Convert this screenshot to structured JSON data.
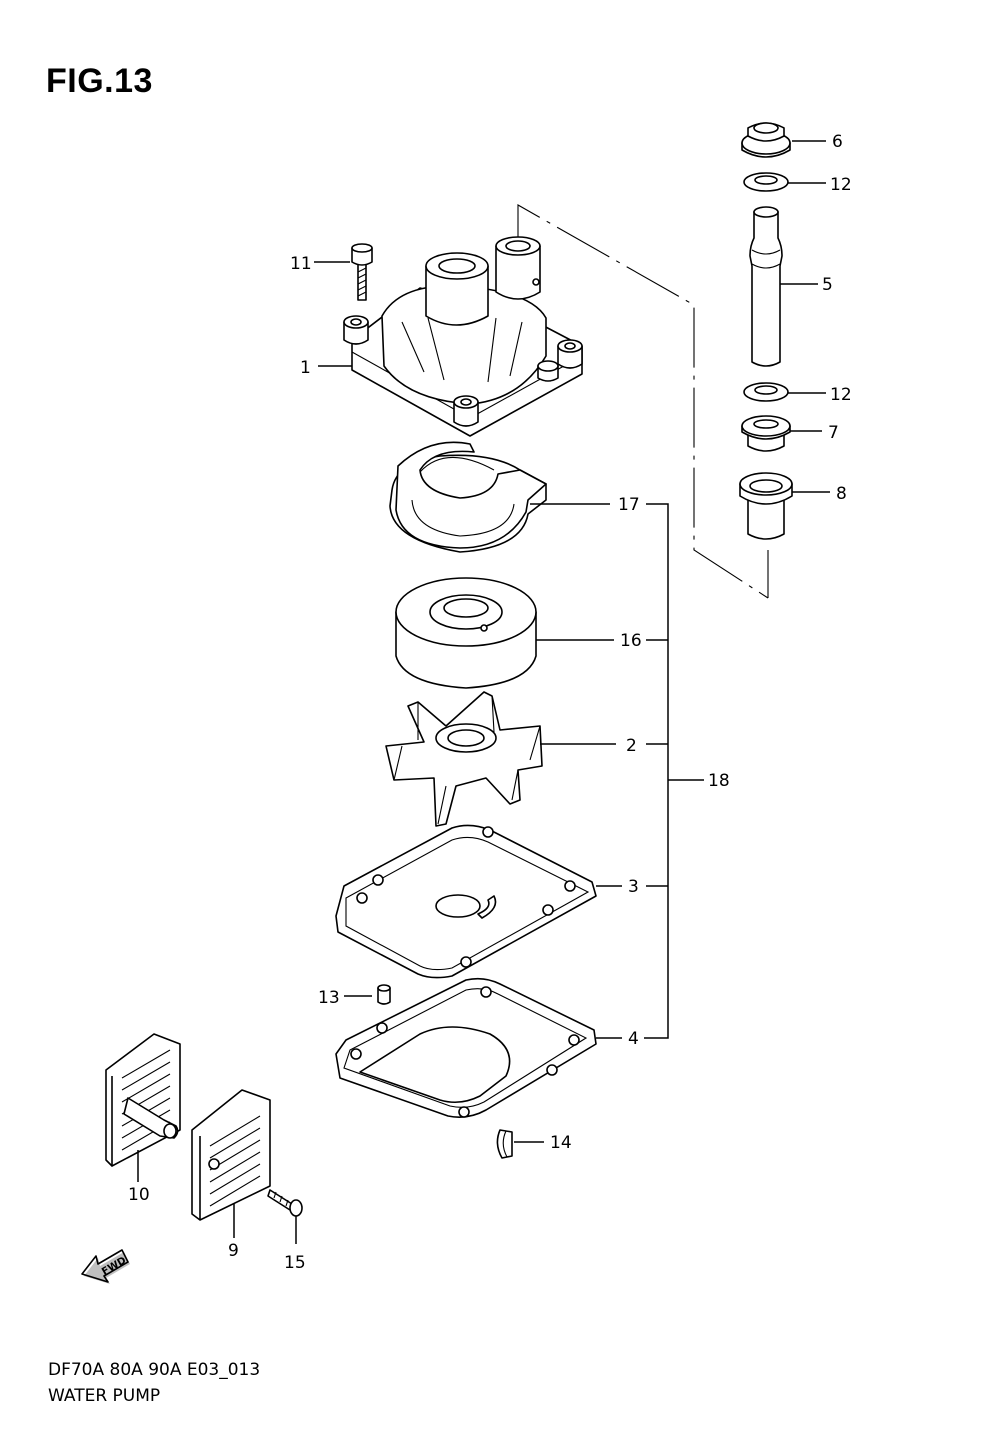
{
  "figure": {
    "title": "FIG.13"
  },
  "footer": {
    "model_code": "DF70A 80A 90A E03_013",
    "section_name": "WATER PUMP"
  },
  "fwd_arrow": {
    "label": "FWD"
  },
  "callouts": {
    "c1": "1",
    "c2": "2",
    "c3": "3",
    "c4": "4",
    "c5": "5",
    "c6": "6",
    "c7": "7",
    "c8": "8",
    "c9": "9",
    "c10": "10",
    "c11": "11",
    "c12a": "12",
    "c12b": "12",
    "c13": "13",
    "c14": "14",
    "c15": "15",
    "c16": "16",
    "c17": "17",
    "c18": "18"
  }
}
